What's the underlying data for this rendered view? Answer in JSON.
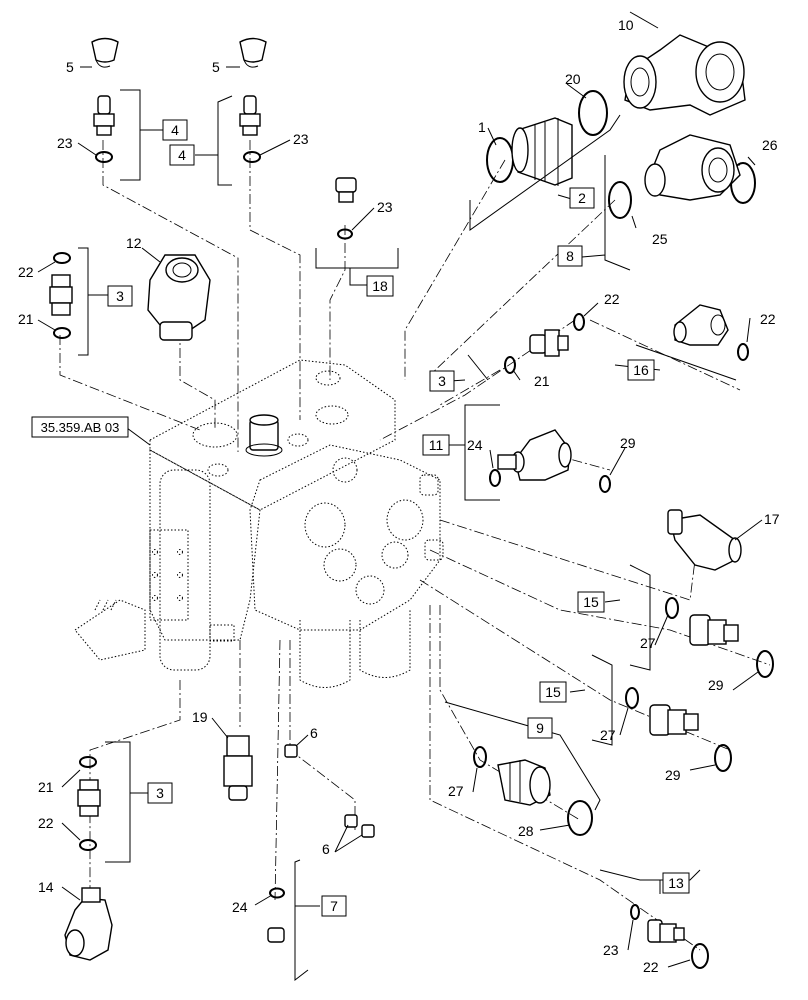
{
  "diagram": {
    "reference_label": "35.359.AB 03",
    "callouts": {
      "c1": "1",
      "c5a": "5",
      "c5b": "5",
      "c10": "10",
      "c12": "12",
      "c14": "14",
      "c17": "17",
      "c19": "19",
      "c20": "20",
      "c21a": "21",
      "c21b": "21",
      "c21c": "21",
      "c22a": "22",
      "c22b": "22",
      "c22c": "22",
      "c22d": "22",
      "c22e": "22",
      "c23a": "23",
      "c23b": "23",
      "c23c": "23",
      "c23d": "23",
      "c24a": "24",
      "c24b": "24",
      "c25": "25",
      "c26": "26",
      "c27a": "27",
      "c27b": "27",
      "c27c": "27",
      "c28": "28",
      "c29a": "29",
      "c29b": "29",
      "c29c": "29",
      "c6a": "6",
      "c6b": "6"
    },
    "kit_boxes": {
      "k4a": "4",
      "k4b": "4",
      "k3a": "3",
      "k3b": "3",
      "k3c": "3",
      "k2": "2",
      "k8": "8",
      "k18": "18",
      "k16": "16",
      "k11": "11",
      "k15a": "15",
      "k15b": "15",
      "k9": "9",
      "k7": "7",
      "k13": "13"
    }
  }
}
